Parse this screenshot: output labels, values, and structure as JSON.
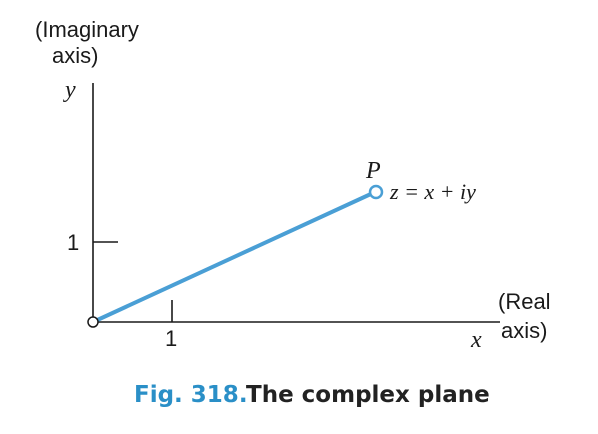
{
  "diagram": {
    "imag_axis_label_line1": "(Imaginary",
    "imag_axis_label_line2": "axis)",
    "y_label": "y",
    "real_axis_label_line1": "(Real",
    "real_axis_label_line2": "axis)",
    "x_label": "x",
    "tick_x_label": "1",
    "tick_y_label": "1",
    "point_label": "P",
    "point_eq_z": "z",
    "point_eq_rest": " = x + iy",
    "colors": {
      "segment": "#4a9fd5",
      "axes": "#1a1a1a"
    }
  },
  "caption": {
    "number": "Fig. 318.",
    "text": "The complex plane",
    "number_color": "#2a8fc7"
  }
}
